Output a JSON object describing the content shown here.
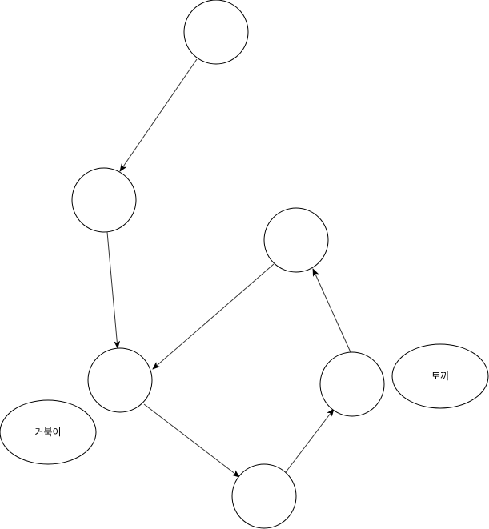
{
  "diagram": {
    "ellipse_labels": {
      "turtle": "거북이",
      "rabbit": "토끼"
    },
    "nodes": [
      {
        "id": "n1",
        "shape": "circle"
      },
      {
        "id": "n2",
        "shape": "circle"
      },
      {
        "id": "n3",
        "shape": "circle"
      },
      {
        "id": "n4",
        "shape": "circle"
      },
      {
        "id": "n5",
        "shape": "circle"
      },
      {
        "id": "n6",
        "shape": "circle"
      },
      {
        "id": "turtle",
        "shape": "ellipse",
        "label_key": "turtle"
      },
      {
        "id": "rabbit",
        "shape": "ellipse",
        "label_key": "rabbit"
      }
    ],
    "edges": [
      {
        "from": "n1",
        "to": "n2"
      },
      {
        "from": "n2",
        "to": "n3"
      },
      {
        "from": "n4",
        "to": "n3"
      },
      {
        "from": "n3",
        "to": "n5"
      },
      {
        "from": "n5",
        "to": "n6"
      },
      {
        "from": "n6",
        "to": "n4"
      }
    ],
    "stroke_color": "#333333"
  }
}
